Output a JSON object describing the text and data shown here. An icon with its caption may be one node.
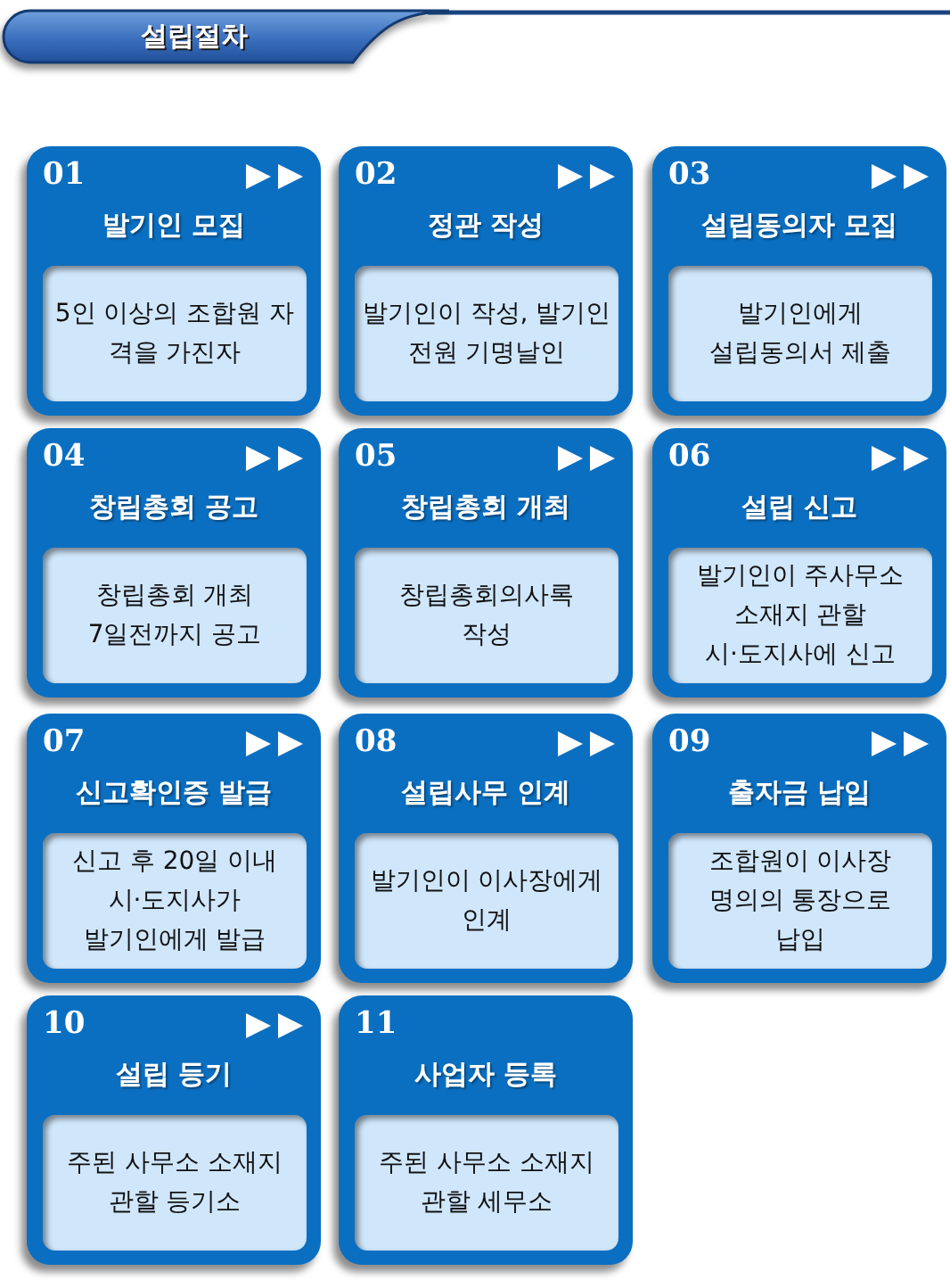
{
  "diagram": {
    "title": "설립절차",
    "nodes": [
      {
        "text": [
          "01",
          "발기인 모집"
        ]
      },
      {
        "text": [
          "5인 이상의 조합원 자격을 가진자"
        ],
        "in": 0
      },
      {
        "text": [
          "02",
          "정관 작성"
        ]
      },
      {
        "text": [
          "발기인이 작성, 발기인 전원 기명날인"
        ],
        "in": 2
      },
      {
        "text": [
          "03",
          "설립동의자 모집"
        ]
      },
      {
        "text": [
          "발기인에게 설립동의서 제출"
        ],
        "in": 4
      },
      {
        "text": [
          "04",
          "창립총회 공고"
        ]
      },
      {
        "text": [
          "창립총회 개최 7일전까지 공고"
        ],
        "in": 6
      },
      {
        "text": [
          "05",
          "창립총회 개최"
        ]
      },
      {
        "text": [
          "창립총회의사록 작성"
        ],
        "in": 8
      },
      {
        "text": [
          "06",
          "설립 신고"
        ]
      },
      {
        "text": [
          "발기인이 주사무소 소재지 관할 시·도지사에 신고"
        ],
        "in": 10
      },
      {
        "text": [
          "07",
          "신고확인증 발급"
        ]
      },
      {
        "text": [
          "신고 후 20일 이내 시·도지사가 발기인에게 발급"
        ],
        "in": 12
      },
      {
        "text": [
          "08",
          "설립사무 인계"
        ]
      },
      {
        "text": [
          "발기인이 이사장에게 인계"
        ],
        "in": 14
      },
      {
        "text": [
          "09",
          "출자금 납입"
        ]
      },
      {
        "text": [
          "조합원이 이사장 명의의 통장으로 납입"
        ],
        "in": 16
      },
      {
        "text": [
          "10",
          "설립 등기"
        ]
      },
      {
        "text": [
          "주된 사무소 소재지 관할 등기소"
        ],
        "in": 18
      },
      {
        "text": [
          "11",
          "사업자 등록"
        ]
      },
      {
        "text": [
          "주된 사무소 소재지 관할 세무소"
        ],
        "in": 20
      }
    ]
  }
}
